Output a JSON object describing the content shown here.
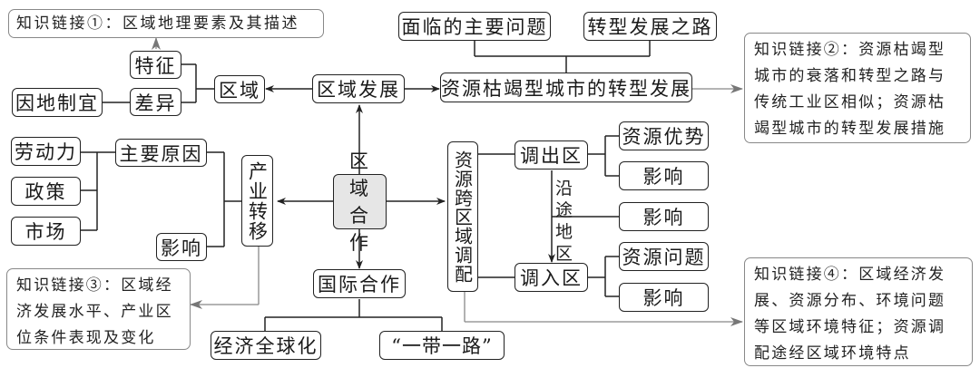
{
  "diagram": {
    "central_node": "区域合作",
    "nodes": {
      "region_development": "区域发展",
      "region": "区域",
      "characteristics": "特征",
      "differences": "差异",
      "adapt_local": "因地制宜",
      "resource_city_transition": "资源枯竭型城市的转型发展",
      "main_problems": "面临的主要问题",
      "transition_path": "转型发展之路",
      "industrial_transfer": "产业转移",
      "main_reasons": "主要原因",
      "labor": "劳动力",
      "policy": "政策",
      "market": "市场",
      "industry_impact": "影响",
      "resource_transfer": "资源跨区域调配",
      "export_region": "调出区",
      "resource_advantage": "资源优势",
      "export_impact": "影响",
      "along_route_label": "沿途",
      "along_route_label2": "地区",
      "route_impact": "影响",
      "import_region": "调入区",
      "resource_problem": "资源问题",
      "import_impact": "影响",
      "international_coop": "国际合作",
      "globalization": "经济全球化",
      "belt_road": "“一带一路”"
    },
    "notes": {
      "link1": "知识链接①：区域地理要素及其描述",
      "link2": "知识链接②：资源枯竭型城市的衰落和转型之路与传统工业区相似；资源枯竭型城市的转型发展措施",
      "link3": "知识链接③：区域经济发展水平、产业区位条件表现及变化",
      "link4": "知识链接④：区域经济发展、资源分布、环境问题等区域环境特征；资源调配途经区域环境特点"
    }
  }
}
